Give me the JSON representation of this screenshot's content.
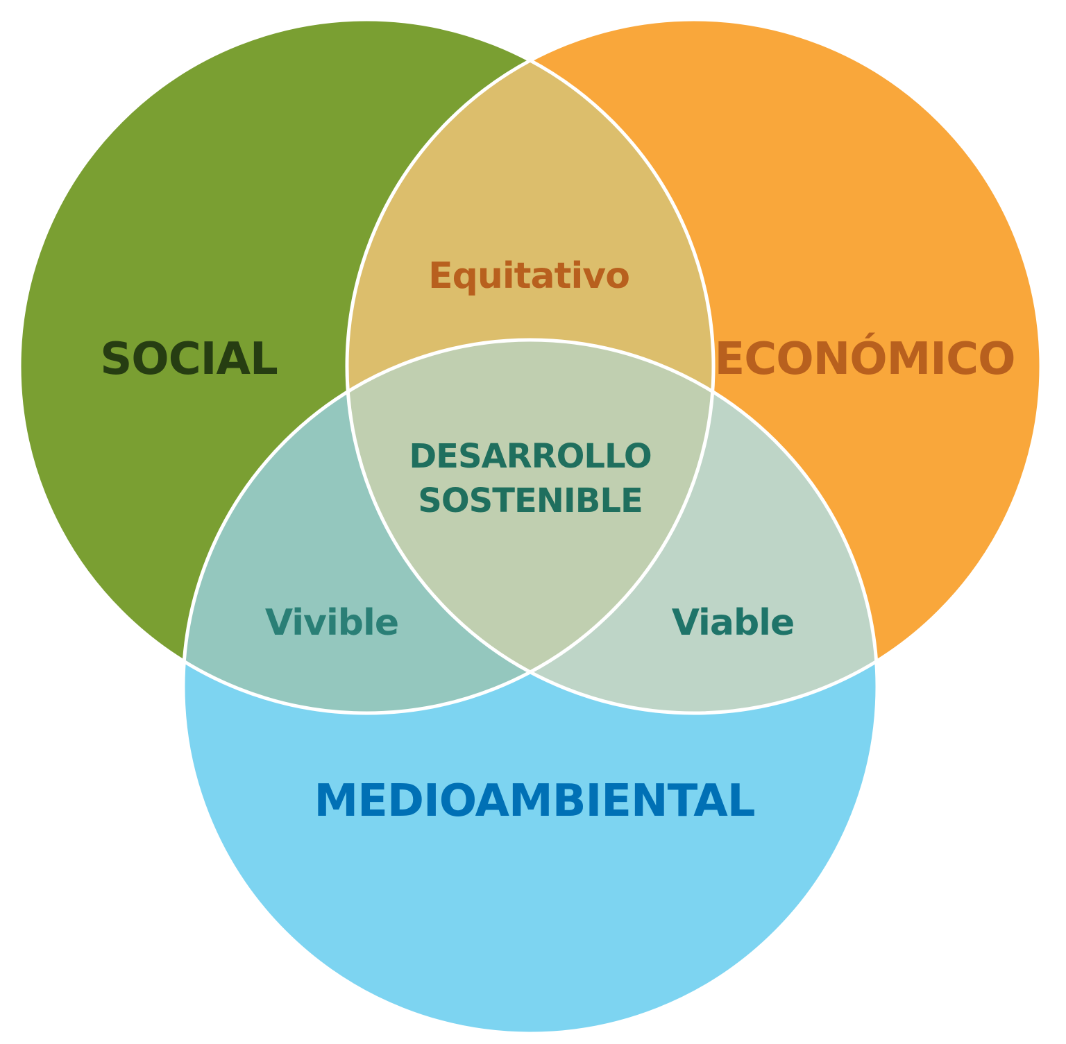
{
  "colors": {
    "social": "#7a9f32",
    "economico": "#f9a73b",
    "medioambiental": "#7dd4f1",
    "equitativo": "#dcbe6c",
    "vivible": "#94c7be",
    "viable": "#bed5c7",
    "desarrollo": "#c0cfb0",
    "outline": "#ffffff",
    "text_social": "#263d12",
    "text_economico": "#b8601e",
    "text_equitativo": "#b8601e",
    "text_medioambiental": "#0070b5",
    "text_vivible": "#2a7f76",
    "text_viable": "#1f7469",
    "text_desarrollo": "#1f6f5e"
  },
  "circles": {
    "social": "SOCIAL",
    "economico": "ECONÓMICO",
    "medioambiental": "MEDIOAMBIENTAL"
  },
  "intersections": {
    "equitativo": "Equitativo",
    "vivible": "Vivible",
    "viable": "Viable",
    "center_line1": "DESARROLLO",
    "center_line2": "SOSTENIBLE"
  }
}
